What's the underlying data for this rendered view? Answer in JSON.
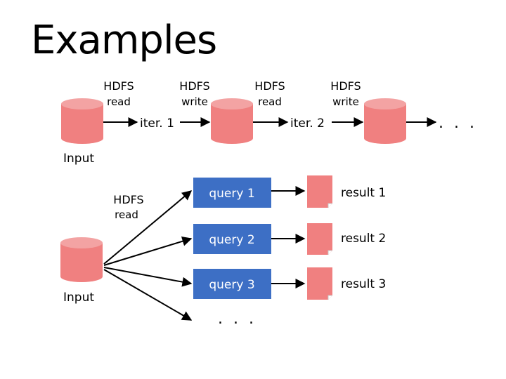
{
  "title": "Examples",
  "colors": {
    "cylinder": "#f08080",
    "cylinder_top": "#f3a3a3",
    "query_box": "#3d6fc5",
    "result_box": "#f08080"
  },
  "top": {
    "ops": [
      {
        "line1": "HDFS",
        "line2": "read"
      },
      {
        "line1": "HDFS",
        "line2": "write"
      },
      {
        "line1": "HDFS",
        "line2": "read"
      },
      {
        "line1": "HDFS",
        "line2": "write"
      }
    ],
    "iter1": "iter. 1",
    "iter2": "iter. 2",
    "ellipsis": ". . .",
    "input_label": "Input"
  },
  "bottom": {
    "op": {
      "line1": "HDFS",
      "line2": "read"
    },
    "queries": [
      "query 1",
      "query 2",
      "query 3"
    ],
    "results": [
      "result 1",
      "result 2",
      "result 3"
    ],
    "ellipsis": ". . .",
    "input_label": "Input"
  }
}
